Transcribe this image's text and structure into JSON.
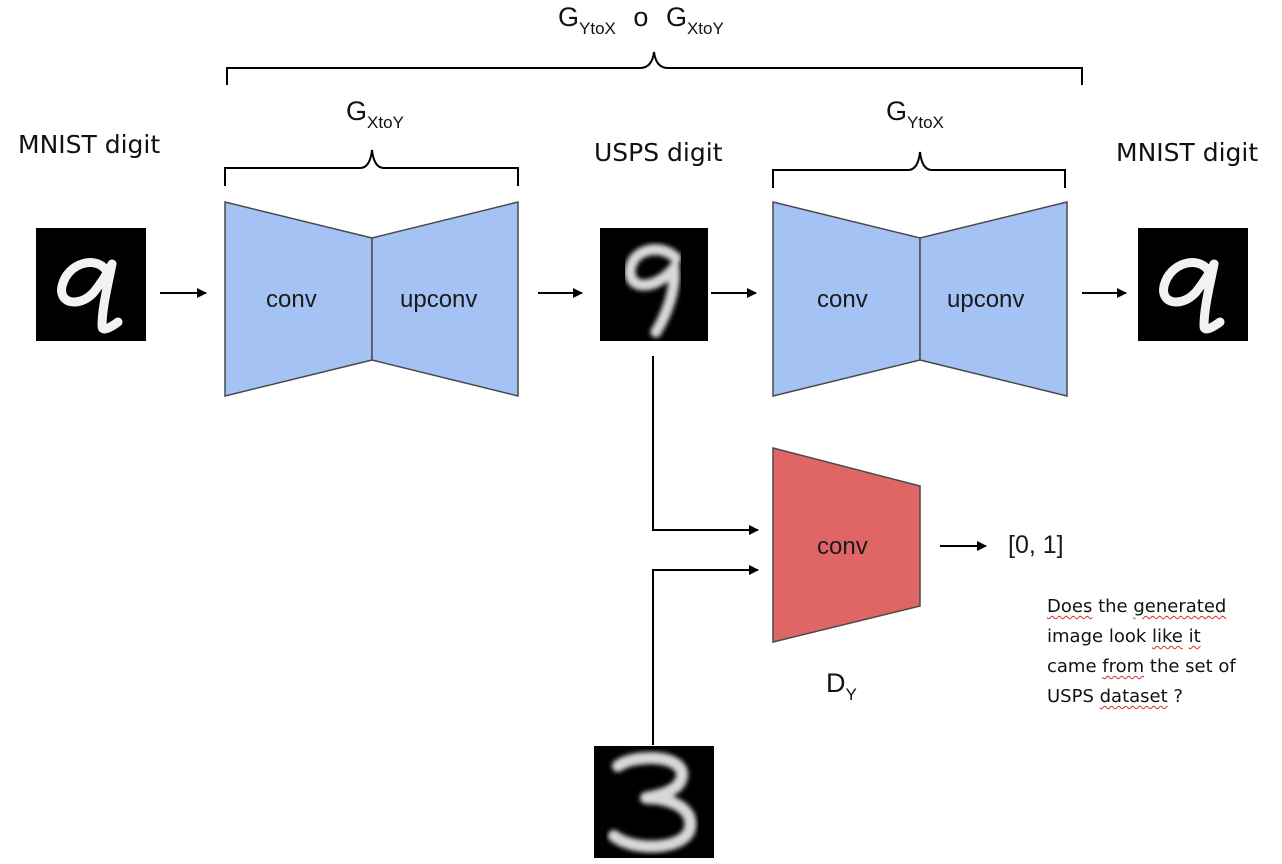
{
  "labels": {
    "composite_main": "G",
    "composite_sub1": "YtoX",
    "composite_op": "o",
    "composite_main2": "G",
    "composite_sub2": "XtoY",
    "gxy_main": "G",
    "gxy_sub": "XtoY",
    "gyx_main": "G",
    "gyx_sub": "YtoX",
    "mnist_in": "MNIST digit",
    "usps": "USPS digit",
    "mnist_out": "MNIST digit",
    "dy_main": "D",
    "dy_sub": "Y",
    "output": "[0, 1]"
  },
  "blocks": {
    "g1_left": "conv",
    "g1_right": "upconv",
    "g2_left": "conv",
    "g2_right": "upconv",
    "disc": "conv"
  },
  "note": {
    "w1": "Does",
    "w2": "the",
    "w3": "generated",
    "w4": "image",
    "w5": "look",
    "w6": "like",
    "w7": "it",
    "w8": "came",
    "w9": "from",
    "w10": "the set of",
    "w11": "USPS",
    "w12": "dataset",
    "w13": "?"
  },
  "digits": {
    "mnist_in": "9",
    "usps": "9",
    "mnist_out": "9",
    "real": "3"
  },
  "colors": {
    "generator_fill": "#a4c2f4",
    "discriminator_fill": "#e06666",
    "outline": "#4a4a4a"
  }
}
